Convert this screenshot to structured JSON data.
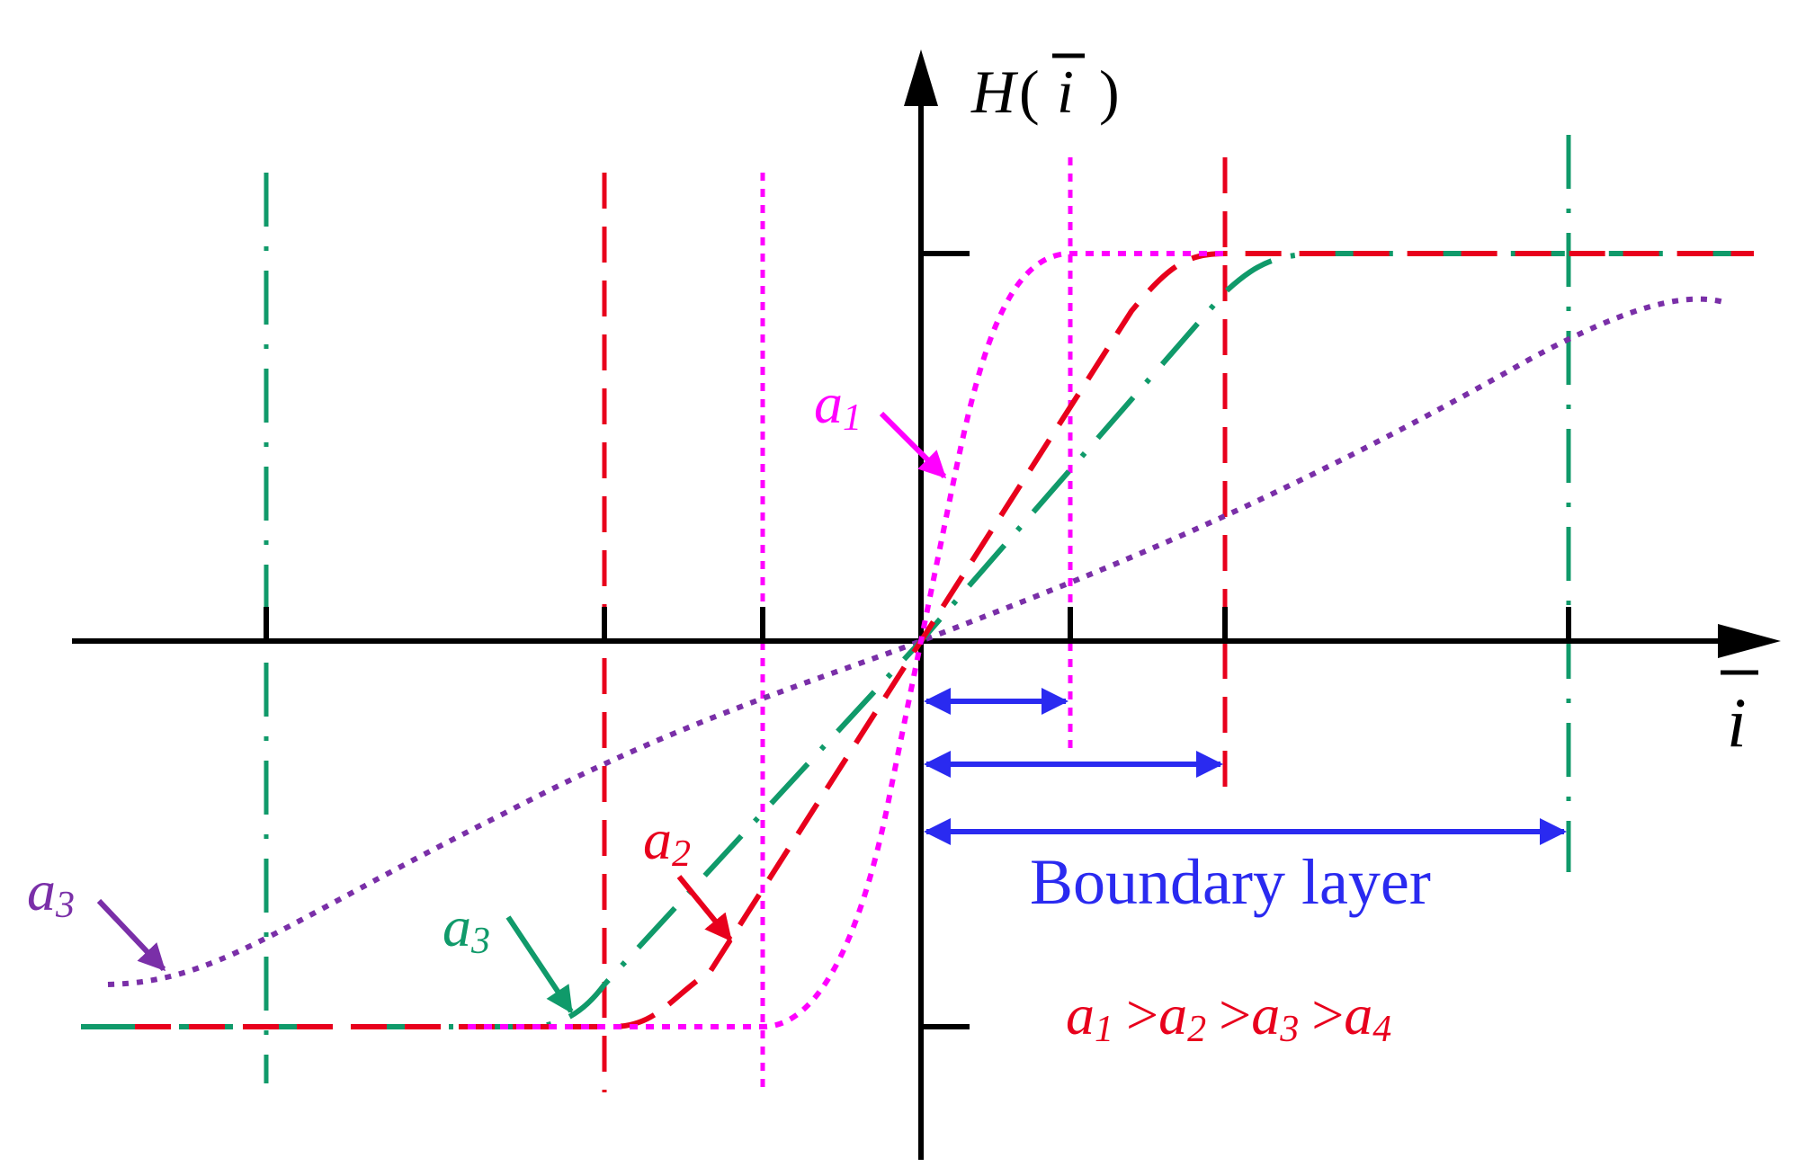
{
  "axes": {
    "y_label_H": "H",
    "y_label_open": "(",
    "y_label_i": "i",
    "y_label_close": ")",
    "x_label_i": "i"
  },
  "colors": {
    "axis": "#000000",
    "a1_curve": "#ff00ff",
    "a2_curve": "#e8001c",
    "a3_curve": "#109a6a",
    "a4_curve": "#7a2fa8",
    "boundary": "#2a2af0",
    "inequality": "#e8001c"
  },
  "curve_labels": [
    {
      "id": "a1",
      "base": "a",
      "sub": "1",
      "color": "#ff00ff"
    },
    {
      "id": "a2",
      "base": "a",
      "sub": "2",
      "color": "#e8001c"
    },
    {
      "id": "a3-green",
      "base": "a",
      "sub": "3",
      "color": "#109a6a"
    },
    {
      "id": "a3-purple",
      "base": "a",
      "sub": "3",
      "color": "#7a2fa8"
    }
  ],
  "boundary_label": "Boundary layer",
  "inequality": {
    "terms": [
      {
        "base": "a",
        "sub": "1"
      },
      {
        "base": "a",
        "sub": "2"
      },
      {
        "base": "a",
        "sub": "3"
      },
      {
        "base": "a",
        "sub": "4"
      }
    ],
    "operator": ">"
  }
}
